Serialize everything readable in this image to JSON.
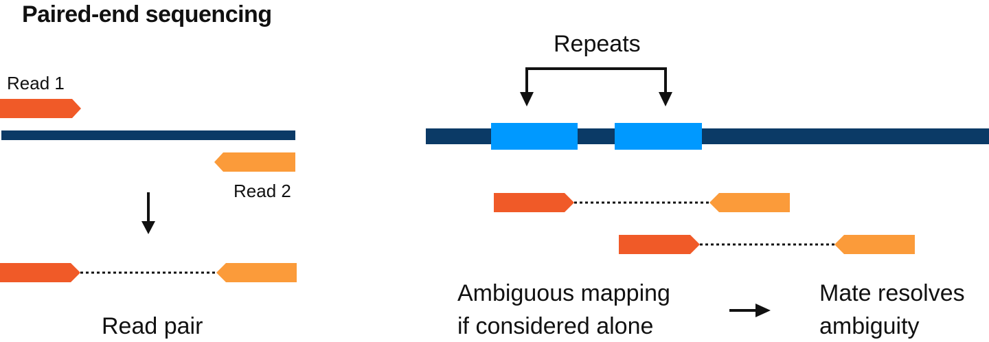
{
  "title": "Paired-end sequencing",
  "left_panel": {
    "read1_label": "Read 1",
    "read2_label": "Read 2",
    "result_label": "Read pair"
  },
  "right_panel": {
    "repeats_label": "Repeats",
    "caption_left_line1": "Ambiguous mapping",
    "caption_left_line2": "if considered alone",
    "caption_right_line1": "Mate resolves",
    "caption_right_line2": "ambiguity"
  },
  "colors": {
    "reference": "#0b3a66",
    "read_forward": "#f05a28",
    "read_reverse": "#fb9b3a",
    "repeat": "#0099ff",
    "arrow": "#111111"
  }
}
